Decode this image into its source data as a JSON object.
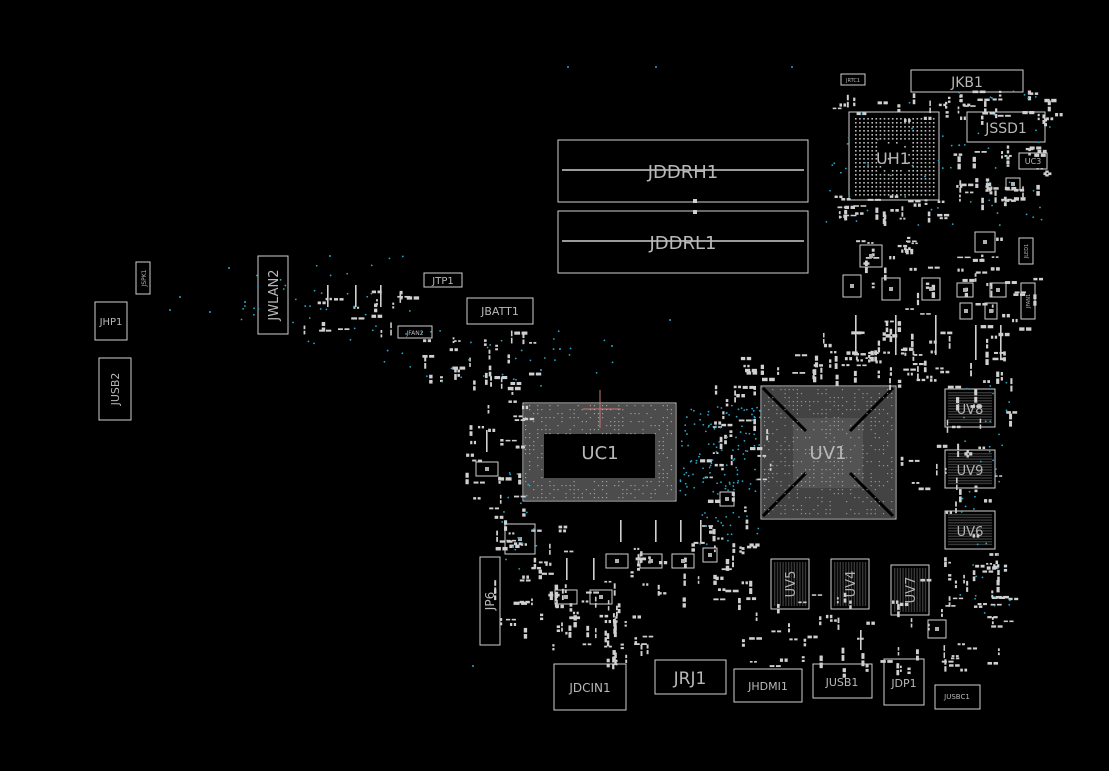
{
  "labels": {
    "jkb1": "JKB1",
    "jssd1": "JSSD1",
    "uh1": "UH1",
    "uc3": "UC3",
    "jddrh1": "JDDRH1",
    "jddrl1": "JDDRL1",
    "jrtc1": "JRTC1",
    "jspk1": "JSPK1",
    "jhp1": "JHP1",
    "jusb2": "JUSB2",
    "jwlan2": "JWLAN2",
    "jtp1": "JTP1",
    "jbatt1": "JBATT1",
    "jfan2": "JFAN2",
    "jfan1": "JFAN1",
    "jled1": "JLED1",
    "uc1": "UC1",
    "uv1": "UV1",
    "uv8": "UV8",
    "uv9": "UV9",
    "uv6": "UV6",
    "uv5": "UV5",
    "uv4": "UV4",
    "uv7": "UV7",
    "jp6": "JP6",
    "jdcin1": "JDCIN1",
    "jrj1": "JRJ1",
    "jhdmi1": "JHDMI1",
    "jusb1": "JUSB1",
    "jdp1": "JDP1",
    "jusbc1": "JUSBC1"
  },
  "colors": {
    "background": "#000000",
    "outline": "#cfcfcf",
    "label": "#b8b8b8",
    "via": "#2aa7c9",
    "marker": "#c87878"
  }
}
